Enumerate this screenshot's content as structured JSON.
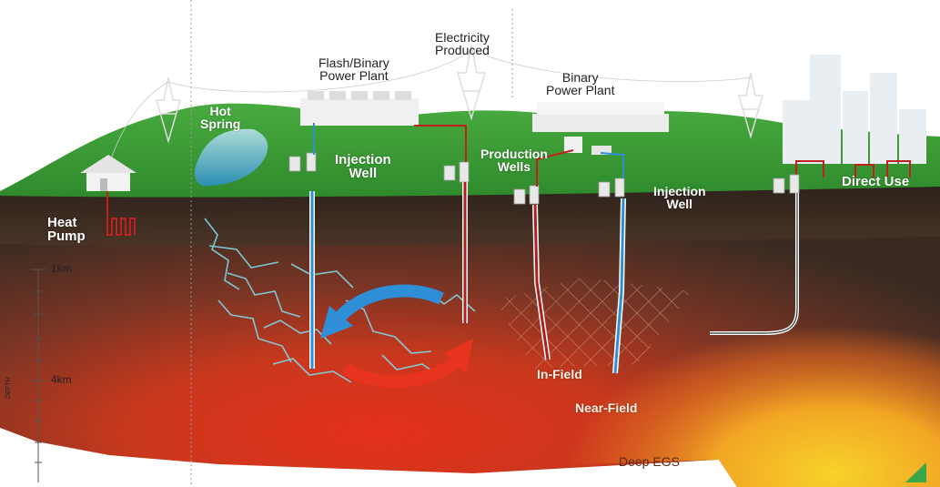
{
  "labels": {
    "electricity_produced": "Electricity\nProduced",
    "flash_binary_plant": "Flash/Binary\nPower Plant",
    "binary_plant": "Binary\nPower Plant",
    "hot_spring": "Hot\nSpring",
    "injection_well_left": "Injection\nWell",
    "production_wells": "Production\nWells",
    "injection_well_right": "Injection\nWell",
    "direct_use": "Direct Use",
    "heat_pump": "Heat\nPump",
    "in_field": "In-Field",
    "near_field": "Near-Field",
    "deep_egs": "Deep EGS"
  },
  "depth_axis": {
    "title": "DEPTH",
    "tick_1km": "1km",
    "tick_4km": "4km"
  },
  "colors": {
    "grass": "#3c9a36",
    "soil_dark": "#3a2b22",
    "hot_core": "#e8341e",
    "magma_yellow": "#f6c21d",
    "injection_pipe": "#2e8fd6",
    "production_pipe": "#b01e1e",
    "fracture": "#7fd8e8"
  }
}
